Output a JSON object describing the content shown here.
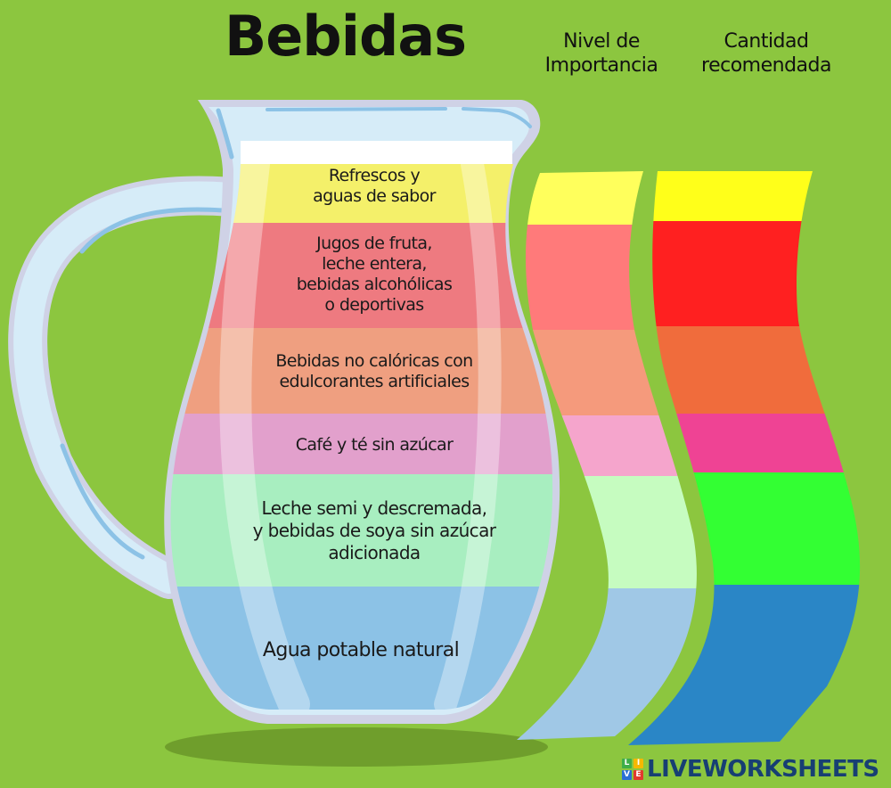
{
  "header": {
    "title": "Bebidas",
    "column_1": [
      "Nivel de",
      "Importancia"
    ],
    "column_2": [
      "Cantidad",
      "recomendada"
    ]
  },
  "levels": [
    {
      "lines": [
        "Refrescos y",
        "aguas de sabor"
      ],
      "jug_color": "#f4f06a",
      "importance_color": "#ffff5c",
      "amount_color": "#ffff1a"
    },
    {
      "lines": [
        "Jugos de fruta,",
        "leche entera,",
        "bebidas alcohólicas",
        "o deportivas"
      ],
      "jug_color": "#ee7a80",
      "importance_color": "#ff7a7a",
      "amount_color": "#ff2020"
    },
    {
      "lines": [
        "Bebidas no calóricas con",
        "edulcorantes artificiales"
      ],
      "jug_color": "#ef9f80",
      "importance_color": "#f59a7c",
      "amount_color": "#f06c3c"
    },
    {
      "lines": [
        "Café y té sin azúcar"
      ],
      "jug_color": "#e2a0cc",
      "importance_color": "#f5a5cc",
      "amount_color": "#ef4394"
    },
    {
      "lines": [
        "Leche semi y descremada,",
        "y bebidas de soya sin azúcar",
        "adicionada"
      ],
      "jug_color": "#a8eec0",
      "importance_color": "#c6fcc0",
      "amount_color": "#33ff33"
    },
    {
      "lines": [
        "Agua potable natural"
      ],
      "jug_color": "#8cc2e6",
      "importance_color": "#a0c8e6",
      "amount_color": "#2a86c6"
    }
  ],
  "colors": {
    "background": "#8cc63f",
    "jug_glass": "#d6ecf8",
    "jug_outline": "#cfd2e6",
    "jug_highlight": "#8cc2e6"
  },
  "watermark": {
    "blocks": [
      "L",
      "I",
      "V",
      "E"
    ],
    "text": "LIVEWORKSHEETS"
  }
}
